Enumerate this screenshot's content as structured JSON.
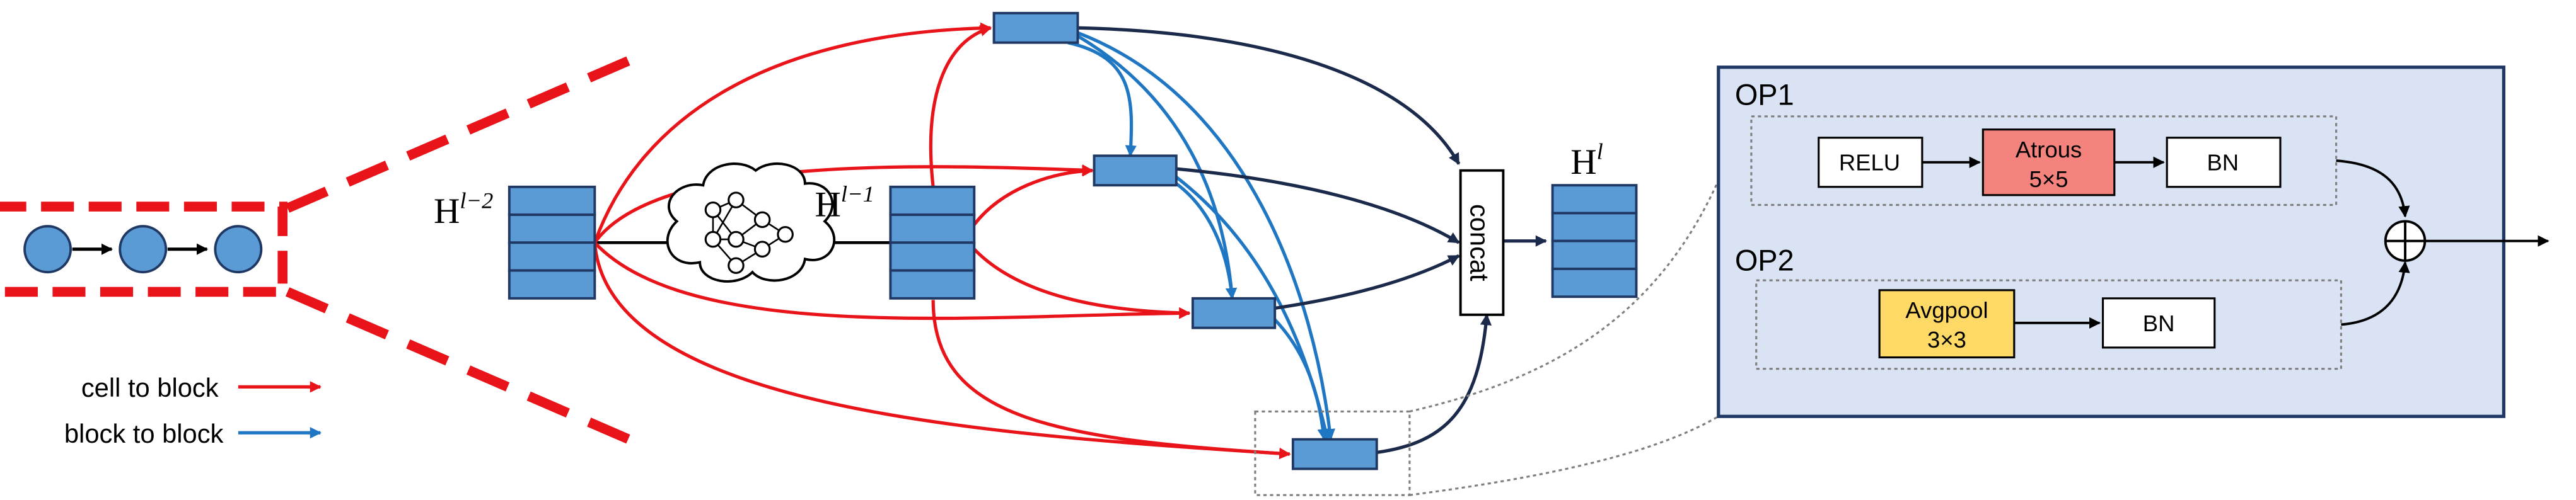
{
  "colors": {
    "cell_edge": "#e8141a",
    "block_edge": "#1f77c4",
    "concat_edge": "#1b2a4a",
    "block_fill": "#5b9bd5",
    "block_stroke": "#1f3864",
    "panel_fill": "#dae3f3",
    "atrous_fill": "#f4837d",
    "avgpool_fill": "#ffd966",
    "node_fill": "#5b9bd5"
  },
  "legend": {
    "cell_to_block": "cell to block",
    "block_to_block": "block to block"
  },
  "labels": {
    "h_base": "H",
    "h_minus2_sup": "l−2",
    "h_minus1_sup": "l−1",
    "h_out_sup": "l",
    "concat": "concat"
  },
  "detail": {
    "op1_title": "OP1",
    "op2_title": "OP2",
    "relu": "RELU",
    "atrous_line1": "Atrous",
    "atrous_line2": "5×5",
    "bn1": "BN",
    "avgpool_line1": "Avgpool",
    "avgpool_line2": "3×3",
    "bn2": "BN",
    "sum_symbol": "add-circle-icon"
  },
  "icons": {
    "cloud": "neural-network-cloud-icon"
  }
}
